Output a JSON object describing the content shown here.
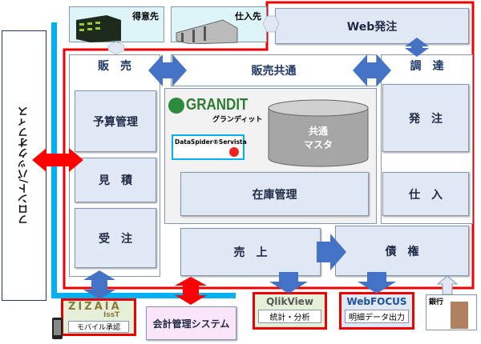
{
  "side": {
    "front_back": "フロント/バックオフィス"
  },
  "top": {
    "customer": "得意先",
    "supplier": "仕入先",
    "web_order": "Web発注"
  },
  "sales": {
    "title": "販　売",
    "budget": "予算管理",
    "estimate": "見　積",
    "order": "受　注"
  },
  "common": {
    "title": "販売共通",
    "grandit": "GRANDIT",
    "grandit_kana": "グランディット",
    "dataspider": "DataSpider®Servista",
    "master": "共通\nマスタ",
    "inventory": "在庫管理"
  },
  "procure": {
    "title": "調　達",
    "purchase_order": "発　注",
    "purchase": "仕　入"
  },
  "bottom_row": {
    "revenue": "売　上",
    "receivable": "債　権"
  },
  "external": {
    "zizaia": "ZIZAIA",
    "isst": "IssT",
    "mobile": "モバイル承認",
    "accounting": "会計管理システム",
    "qlik": "QlikView",
    "qlik_sub": "統計・分析",
    "webfocus": "WebFOCUS",
    "webfocus_sub": "明細データ出力",
    "bank": "銀行"
  }
}
